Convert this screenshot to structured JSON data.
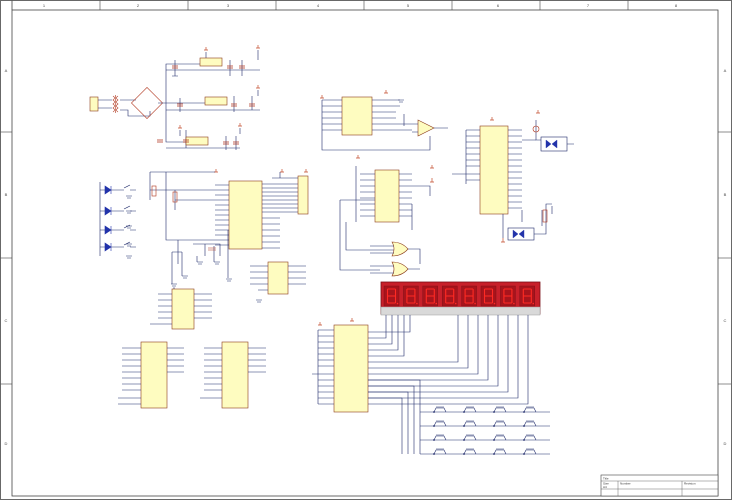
{
  "sheet": {
    "column_labels": [
      "1",
      "2",
      "3",
      "4",
      "5",
      "6",
      "7",
      "8"
    ],
    "row_labels": [
      "A",
      "B",
      "C",
      "D"
    ],
    "colors": {
      "background": "#ffffff",
      "wire": "#1f2a6b",
      "ic_fill": "#fefcc0",
      "ic_border": "#8a3a1a",
      "component": "#b0341c",
      "power_port": "#c24a2a",
      "led": "#2233aa",
      "display_body": "#c8202a",
      "segment_on": "#ff2a24"
    }
  },
  "title_block": {
    "label_title": "Title",
    "label_size": "Size",
    "size_value": "A4",
    "label_number": "Number",
    "label_revision": "Revision"
  },
  "components": {
    "display": {
      "digits": 8
    },
    "keypad": {
      "rows": 4,
      "cols": 4
    }
  }
}
